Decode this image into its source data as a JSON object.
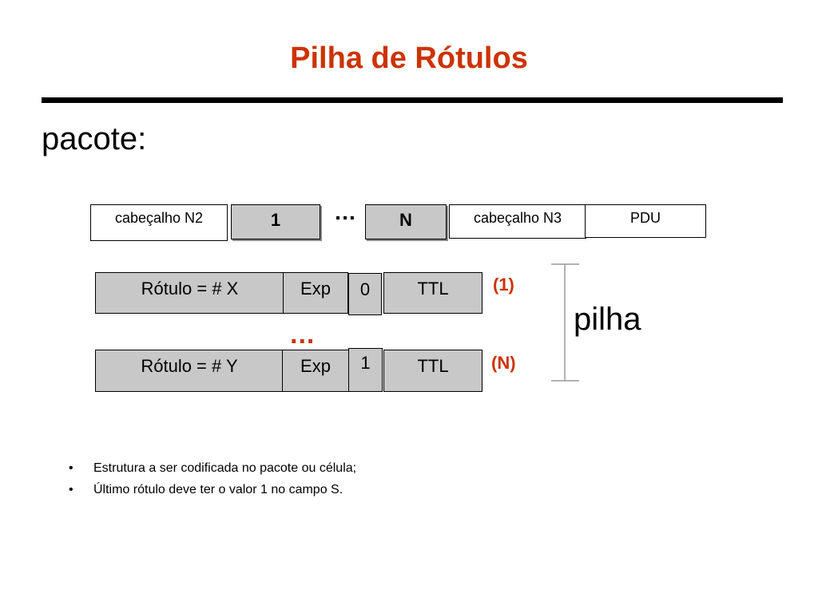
{
  "title": "Pilha de Rótulos",
  "subtitle": "pacote:",
  "packet": {
    "header_n2": "cabeçalho N2",
    "label_first": "1",
    "ellipsis": "…",
    "label_last": "N",
    "header_n3": "cabeçalho N3",
    "pdu": "PDU"
  },
  "stack": {
    "entry_1": {
      "rotulo": "Rótulo = # X",
      "exp": "Exp",
      "s": "0",
      "ttl": "TTL",
      "index": "(1)"
    },
    "ellipsis": "...",
    "entry_n": {
      "rotulo": "Rótulo = # Y",
      "exp": "Exp",
      "s": "1",
      "ttl": "TTL",
      "index": "(N)"
    },
    "label": "pilha"
  },
  "bullets": [
    "Estrutura a ser codificada no pacote ou célula;",
    "Último rótulo deve ter o valor 1 no campo S."
  ],
  "colors": {
    "title": "#cc3300",
    "field_fill": "#c8c8c8"
  }
}
